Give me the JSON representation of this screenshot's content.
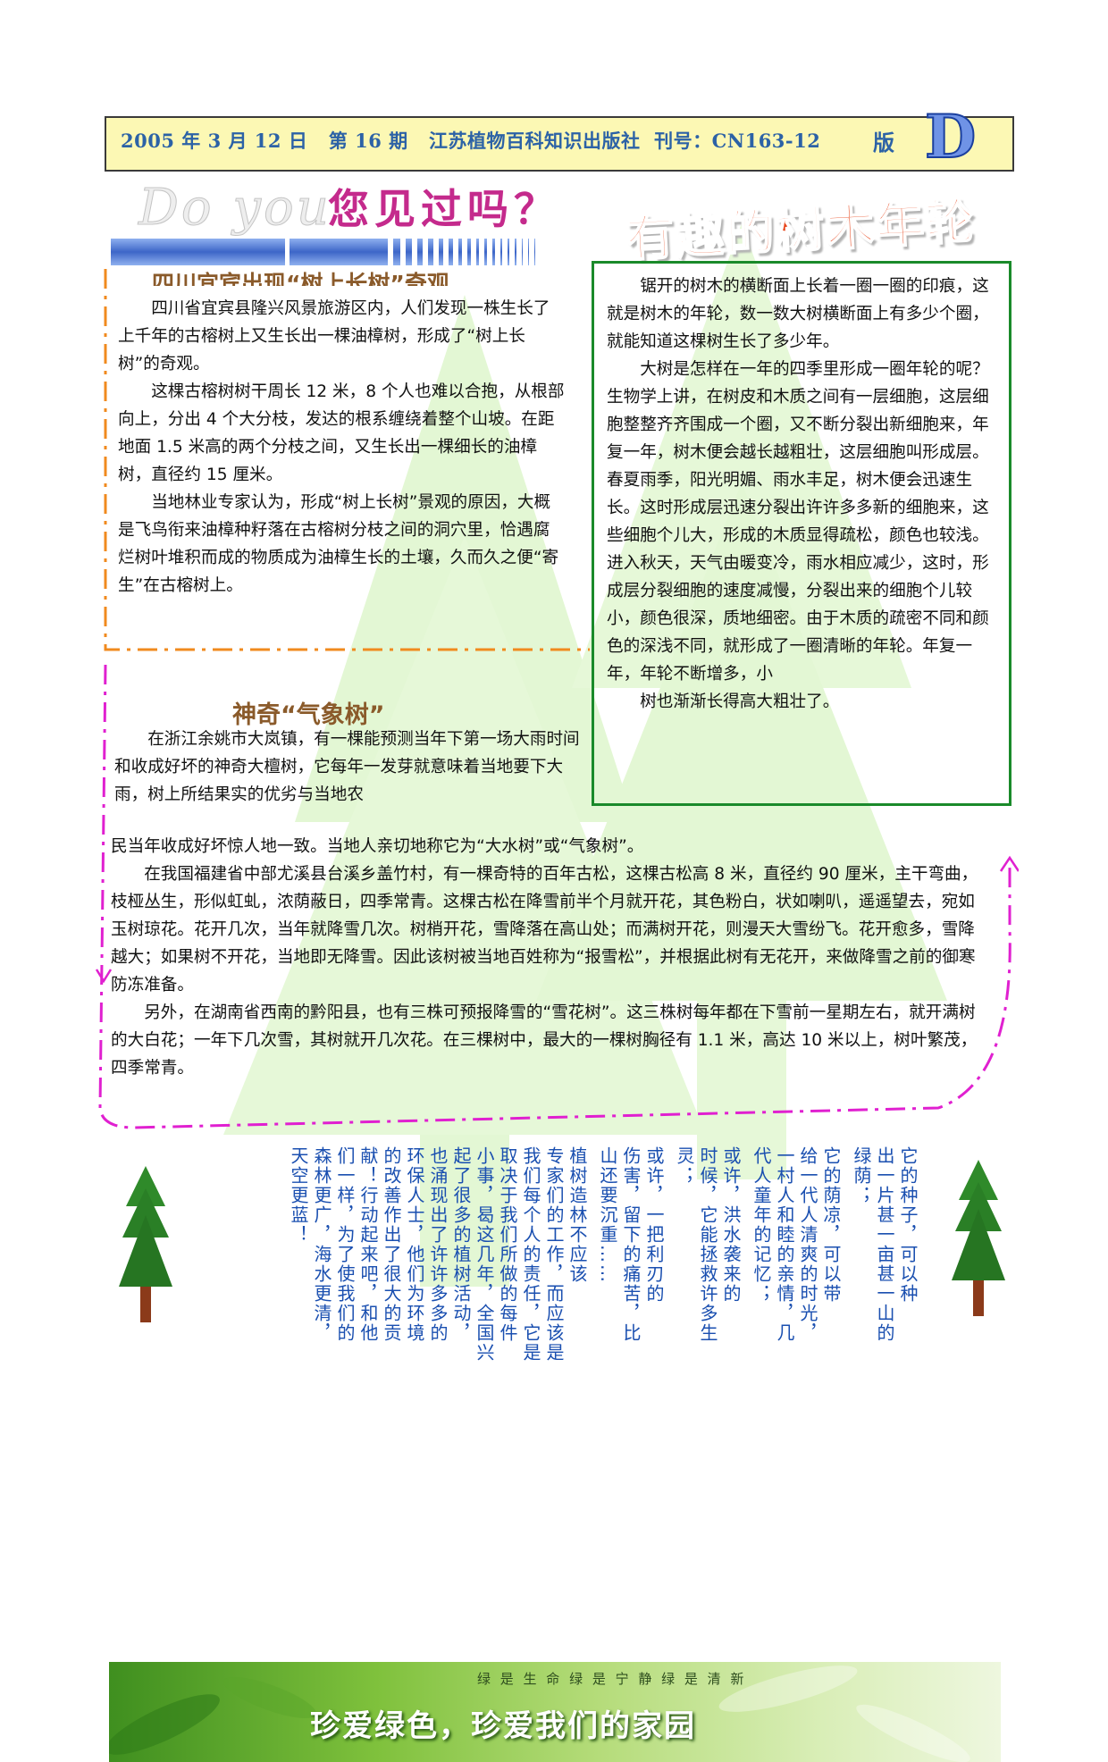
{
  "header": {
    "info": "2005 年 3 月 12 日   第 16 期   江苏植物百科知识出版社  刊号：CN163-12",
    "edition": "版",
    "edition_letter": "D"
  },
  "section_banner": {
    "do_you": "Do you",
    "seen": "您见过吗？"
  },
  "main_title": "有趣的树木年轮",
  "article1": {
    "title": "四川宜宾出现“树上长树”奇观",
    "paragraphs": [
      "四川省宜宾县隆兴风景旅游区内，人们发现一株生长了上千年的古榕树上又生长出一棵油樟树，形成了“树上长树”的奇观。",
      "这棵古榕树树干周长 12 米，8 个人也难以合抱，从根部向上，分出 4 个大分枝，发达的根系缠绕着整个山坡。在距地面 1.5 米高的两个分枝之间，又生长出一棵细长的油樟树，直径约 15 厘米。",
      "当地林业专家认为，形成“树上长树”景观的原因，大概是飞鸟衔来油樟种籽落在古榕树分枝之间的洞穴里，恰遇腐烂树叶堆积而成的物质成为油樟生长的土壤，久而久之便“寄生”在古榕树上。"
    ]
  },
  "rings": {
    "paragraphs": [
      "锯开的树木的横断面上长着一圈一圈的印痕，这就是树木的年轮，数一数大树横断面上有多少个圈，就能知道这棵树生长了多少年。",
      "大树是怎样在一年的四季里形成一圈年轮的呢？生物学上讲，在树皮和木质之间有一层细胞，这层细胞整整齐齐围成一个圈，又不断分裂出新细胞来，年复一年，树木便会越长越粗壮，这层细胞叫形成层。春夏雨季，阳光明媚、雨水丰足，树木便会迅速生长。这时形成层迅速分裂出许许多多新的细胞来，这些细胞个儿大，形成的木质显得疏松，颜色也较浅。进入秋天，天气由暖变冷，雨水相应减少，这时，形成层分裂细胞的速度减慢，分裂出来的细胞个儿较小，颜色很深，质地细密。由于木质的疏密不同和颜色的深浅不同，就形成了一圈清晰的年轮。年复一年，年轮不断增多，小",
      "树也渐渐长得高大粗壮了。"
    ]
  },
  "article2": {
    "title": "神奇“气象树”",
    "intro": "在浙江余姚市大岚镇，有一棵能预测当年下第一场大雨时间和收成好坏的神奇大檀树，它每年一发芽就意味着当地要下大雨，树上所结果实的优劣与当地农",
    "intro_end": "民当年收成好坏惊人地一致。当地人亲切地称它为“大水树”或“气象树”。",
    "paragraphs": [
      "在我国福建省中部尤溪县台溪乡盖竹村，有一棵奇特的百年古松，这棵古松高 8 米，直径约 90 厘米，主干弯曲，枝桠丛生，形似虹虬，浓荫蔽日，四季常青。这棵古松在降雪前半个月就开花，其色粉白，状如喇叭，遥遥望去，宛如玉树琼花。花开几次，当年就降雪几次。树梢开花，雪降落在高山处；而满树开花，则漫天大雪纷飞。花开愈多，雪降越大；如果树不开花，当地即无降雪。因此该树被当地百姓称为“报雪松”，并根据此树有无花开，来做降雪之前的御寒防冻准备。",
      "另外，在湖南省西南的黔阳县，也有三株可预报降雪的“雪花树”。这三株树每年都在下雪前一星期左右，就开满树的大白花；一年下几次雪，其树就开几次花。在三棵树中，最大的一棵树胸径有 1.1 米，高达 10 米以上，树叶繁茂，四季常青。"
    ]
  },
  "vertical_poem": [
    "它的种子，可以种",
    "出一片甚一亩甚一山的",
    "绿荫；",
    "它的荫凉，可以带",
    "给一代人清爽的时光，",
    "一村人和睦的亲情，几",
    "代人童年的记忆；",
    "或许，洪水袭来的",
    "时候，它能拯救许多生",
    "灵；",
    "或许，一把利刃的",
    "伤害，留下的痛苦，比",
    "山还要沉重……",
    "植树造林不应该",
    "专家们的工作，而应该是",
    "我们每个人的责任，它是",
    "取决于我们所做的每件",
    "小事，曷这几年，全国兴",
    "起了很多的植树活动，",
    "也涌现出了许许多多的",
    "环保人士，他们为环境",
    "的改善作出了很大的贡",
    "献！行动起来吧，和他",
    "们一样，为了使我们的",
    "森林更广，海水更清，",
    "天空更蓝！"
  ],
  "footer": {
    "motto": "绿 是 生 命    绿 是 宁 静    绿 是 清 新",
    "slogan": "珍爱绿色，珍爱我们的家园"
  },
  "colors": {
    "header_bg": "#fcf8b4",
    "header_text": "#2c62a6",
    "title_orange": "#e8451a",
    "box_green": "#1a8a2a",
    "poem_blue": "#1a4fb0",
    "dash_orange": "#f08a1e",
    "dash_magenta": "#e020d0"
  }
}
